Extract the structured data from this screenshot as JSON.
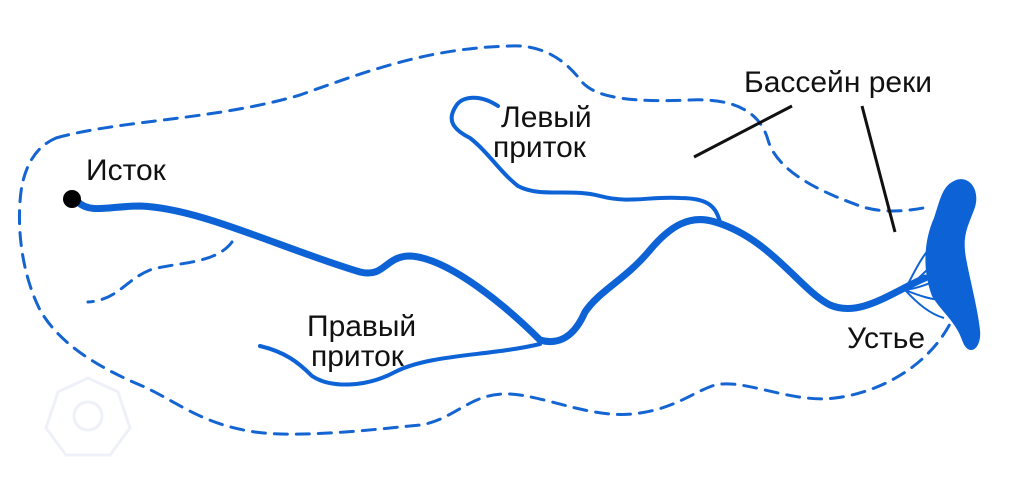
{
  "labels": {
    "source": "Исток",
    "left_tributary": [
      "Левый",
      "приток"
    ],
    "right_tributary": [
      "Правый",
      "приток"
    ],
    "basin": "Бассейн реки",
    "mouth": "Устье"
  },
  "colors": {
    "river": "#0d63d6",
    "basin_outline": "#1464d2",
    "text": "#111111",
    "source_point": "#000000"
  }
}
